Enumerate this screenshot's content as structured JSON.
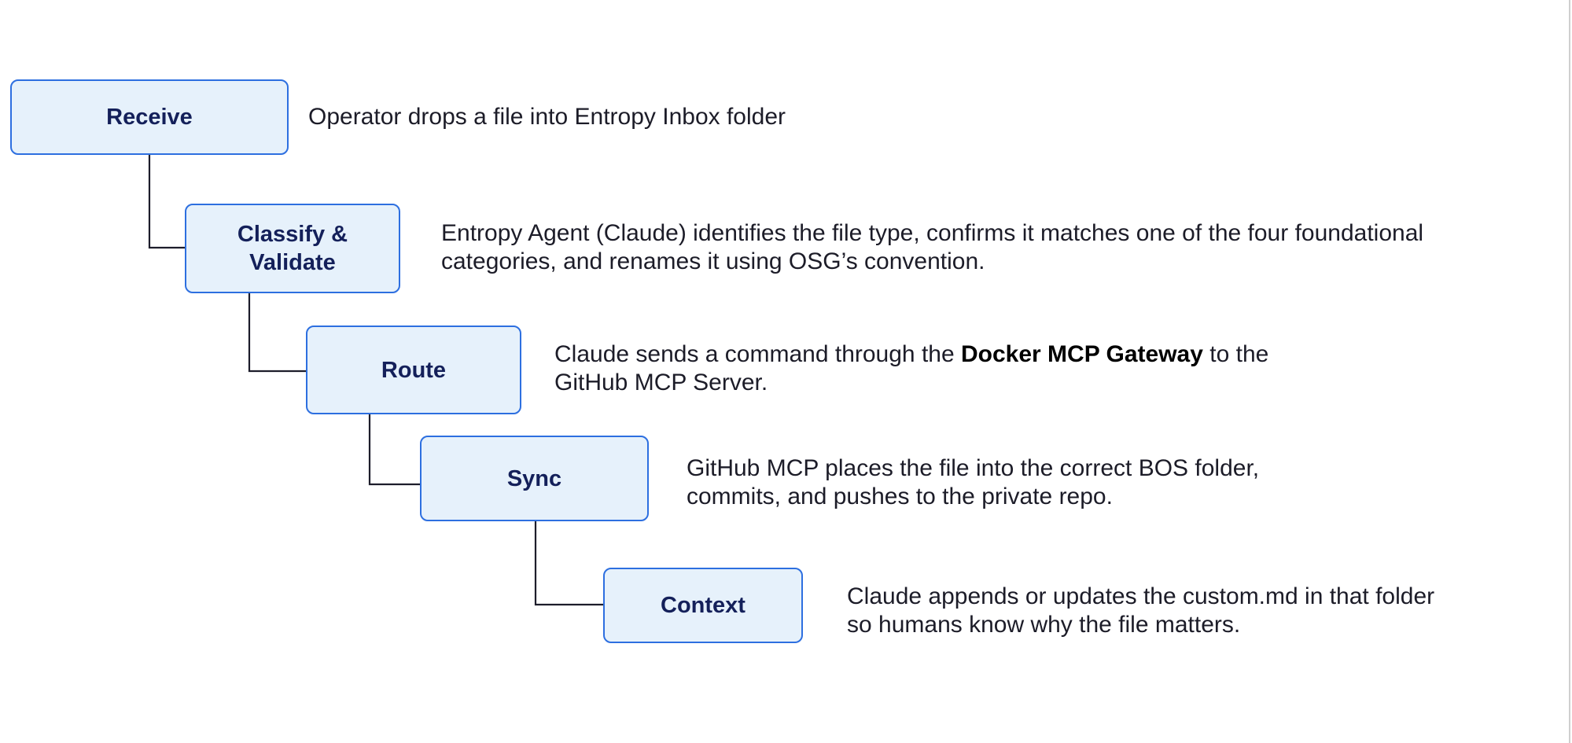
{
  "steps": [
    {
      "id": "receive",
      "label": "Receive",
      "description": [
        "Operator drops a file into Entropy Inbox folder"
      ]
    },
    {
      "id": "classify",
      "label_lines": [
        "Classify &",
        "Validate"
      ],
      "description": [
        "Entropy Agent (Claude) identifies the file type, confirms it matches one of the four foundational",
        "categories, and renames it using OSG’s convention."
      ]
    },
    {
      "id": "route",
      "label": "Route",
      "description_line1": {
        "before": "Claude sends a command through the ",
        "bold": "Docker MCP Gateway",
        "after": " to the"
      },
      "description_line2": "GitHub MCP Server."
    },
    {
      "id": "sync",
      "label": "Sync",
      "description": [
        "GitHub MCP places the file into the correct BOS folder,",
        "commits, and pushes to the private repo."
      ]
    },
    {
      "id": "context",
      "label": "Context",
      "description": [
        "Claude appends or updates the custom.md in that folder",
        "so humans know why the file matters."
      ]
    }
  ],
  "colors": {
    "box_fill": "#e6f1fb",
    "box_border": "#2d6fe0",
    "box_text": "#14205a",
    "connector": "#1d1d2b"
  }
}
